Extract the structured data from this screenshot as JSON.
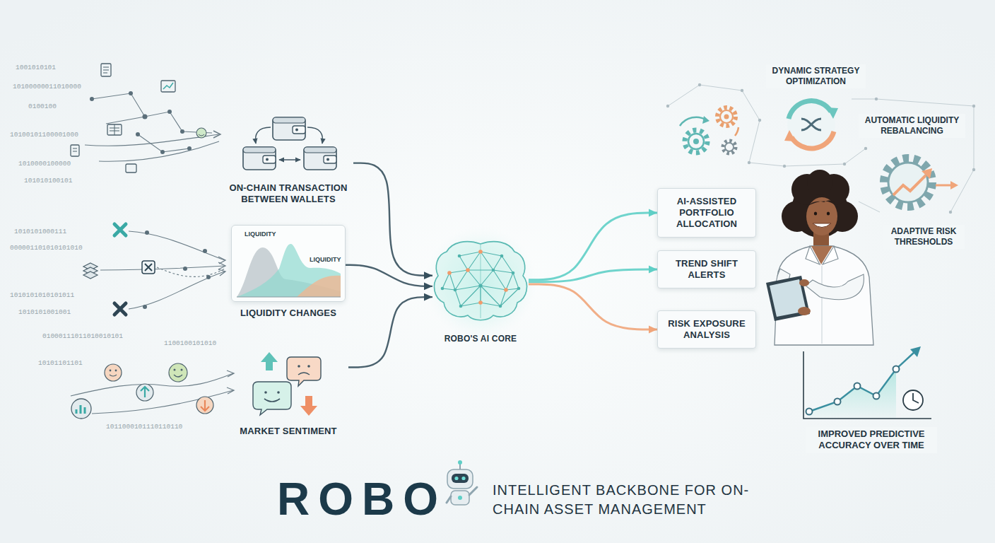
{
  "diagram": {
    "title": "ROBO",
    "caption": "INTELLIGENT BACKBONE FOR ON-CHAIN ASSET MANAGEMENT",
    "nodes": [
      {
        "text": [
          "ON-CHAIN TRANSACTION BETWEEN WALLETS"
        ]
      },
      {
        "text": [
          "LIQUIDITY CHANGES"
        ]
      },
      {
        "text": [
          "MARKET SENTIMENT"
        ]
      },
      {
        "text": [
          "ROBO'S AI CORE"
        ]
      },
      {
        "text": [
          "AI-ASSISTED PORTFOLIO ALLOCATION"
        ]
      },
      {
        "text": [
          "TREND SHIFT ALERTS"
        ]
      },
      {
        "text": [
          "RISK EXPOSURE ANALYSIS"
        ]
      }
    ],
    "edges": [
      {
        "from": 0,
        "to": 3,
        "arrow": "to"
      },
      {
        "from": 1,
        "to": 3,
        "arrow": "to"
      },
      {
        "from": 2,
        "to": 3,
        "arrow": "to"
      },
      {
        "from": 3,
        "to": 4,
        "arrow": "to"
      },
      {
        "from": 3,
        "to": 5,
        "arrow": "to"
      },
      {
        "from": 3,
        "to": 6,
        "arrow": "to"
      }
    ],
    "labels": [
      "1001010101",
      "10100000011010000",
      "0100100",
      "10100101100001000",
      "1010000100000",
      "101010100101",
      "1010101000111",
      "000001101010101010",
      "1010101010101011",
      "1010101001001",
      "LIQUIDITY",
      "LIQUIDITY",
      "01000111011010010101",
      "1100100101010",
      "10101101101",
      "1011000101110110110",
      "DYNAMIC STRATEGY OPTIMIZATION",
      "AUTOMATIC LIQUIDITY REBALANCING",
      "ADAPTIVE RISK THRESHOLDS",
      "IMPROVED PREDICTIVE ACCURACY OVER TIME"
    ]
  }
}
